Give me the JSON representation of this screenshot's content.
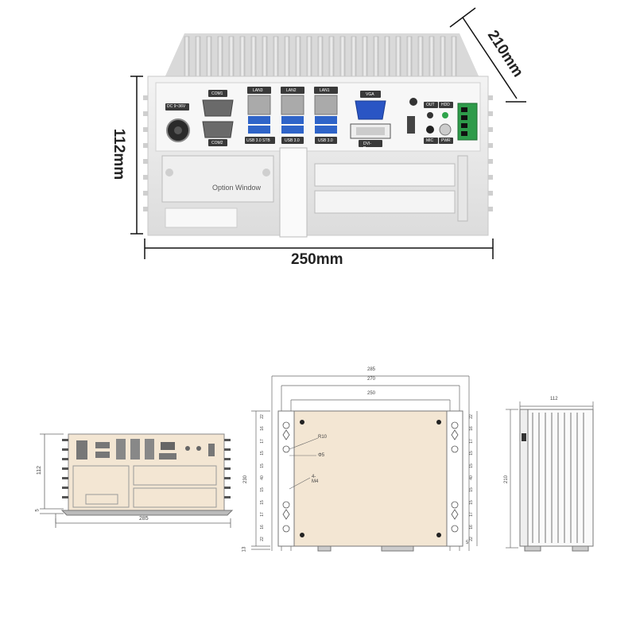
{
  "front_view": {
    "width_label": "250mm",
    "height_label": "112mm",
    "depth_label": "210mm",
    "ports": {
      "dc": "DC 9~36V",
      "com1": "COM1",
      "com2": "COM2",
      "lan3": "LAN3",
      "lan2": "LAN2",
      "lan1": "LAN1",
      "usb_stb": "USB 3.0 STB",
      "usb_a": "USB 3.0",
      "usb_b": "USB 3.0",
      "vga": "VGA",
      "dvi": "DVI-D",
      "out": "OUT",
      "hdd": "HDD",
      "mic": "MIC",
      "pwr": "PWR",
      "option_window": "Option Window"
    }
  },
  "drawing_front": {
    "height": "112",
    "width": "285",
    "foot": "5"
  },
  "drawing_top": {
    "dim_285": "285",
    "dim_270": "270",
    "dim_250": "250",
    "depth": "230",
    "bottom": "13",
    "callout_r": "R10",
    "callout_phi": "Φ5",
    "callout_m4": "4-M4",
    "left_col": [
      "22",
      "16",
      "17",
      "15",
      "15",
      "40",
      "15",
      "15",
      "17",
      "16",
      "22"
    ],
    "right_col": [
      "22",
      "16",
      "17",
      "15",
      "15",
      "40",
      "15",
      "15",
      "17",
      "16",
      "22"
    ],
    "right_small": "5"
  },
  "drawing_side": {
    "width": "112",
    "depth": "210"
  }
}
